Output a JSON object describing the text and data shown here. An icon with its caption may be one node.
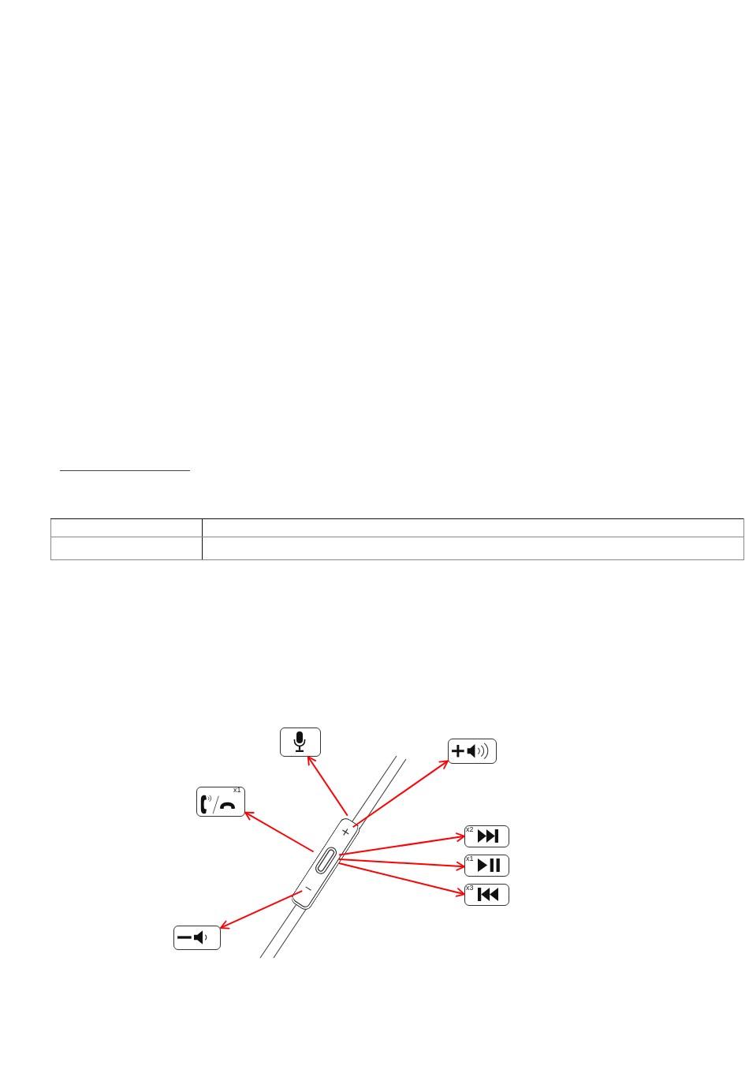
{
  "diagram": {
    "nodes": [
      {
        "text": [],
        "shape": "box"
      },
      {
        "text": [],
        "shape": "box"
      },
      {
        "text": [
          "x1"
        ]
      },
      {
        "text": [
          "x2"
        ]
      },
      {
        "text": [
          "x1"
        ]
      },
      {
        "text": [
          "x3"
        ]
      },
      {
        "text": [],
        "shape": "box"
      },
      {
        "text": [],
        "shape": "picture"
      },
      {
        "text": [
          "+"
        ],
        "in": 7
      },
      {
        "text": [],
        "shape": "oval",
        "in": 7
      },
      {
        "text": [
          "−"
        ],
        "in": 7
      }
    ],
    "edges": [
      {
        "from": 7,
        "to": 0,
        "arrow": "to"
      },
      {
        "from": 8,
        "to": 1,
        "arrow": "to"
      },
      {
        "from": 9,
        "to": 2,
        "arrow": "to"
      },
      {
        "from": 9,
        "to": 3,
        "arrow": "to"
      },
      {
        "from": 9,
        "to": 4,
        "arrow": "to"
      },
      {
        "from": 9,
        "to": 5,
        "arrow": "to"
      },
      {
        "from": 10,
        "to": 6,
        "arrow": "to"
      }
    ]
  }
}
